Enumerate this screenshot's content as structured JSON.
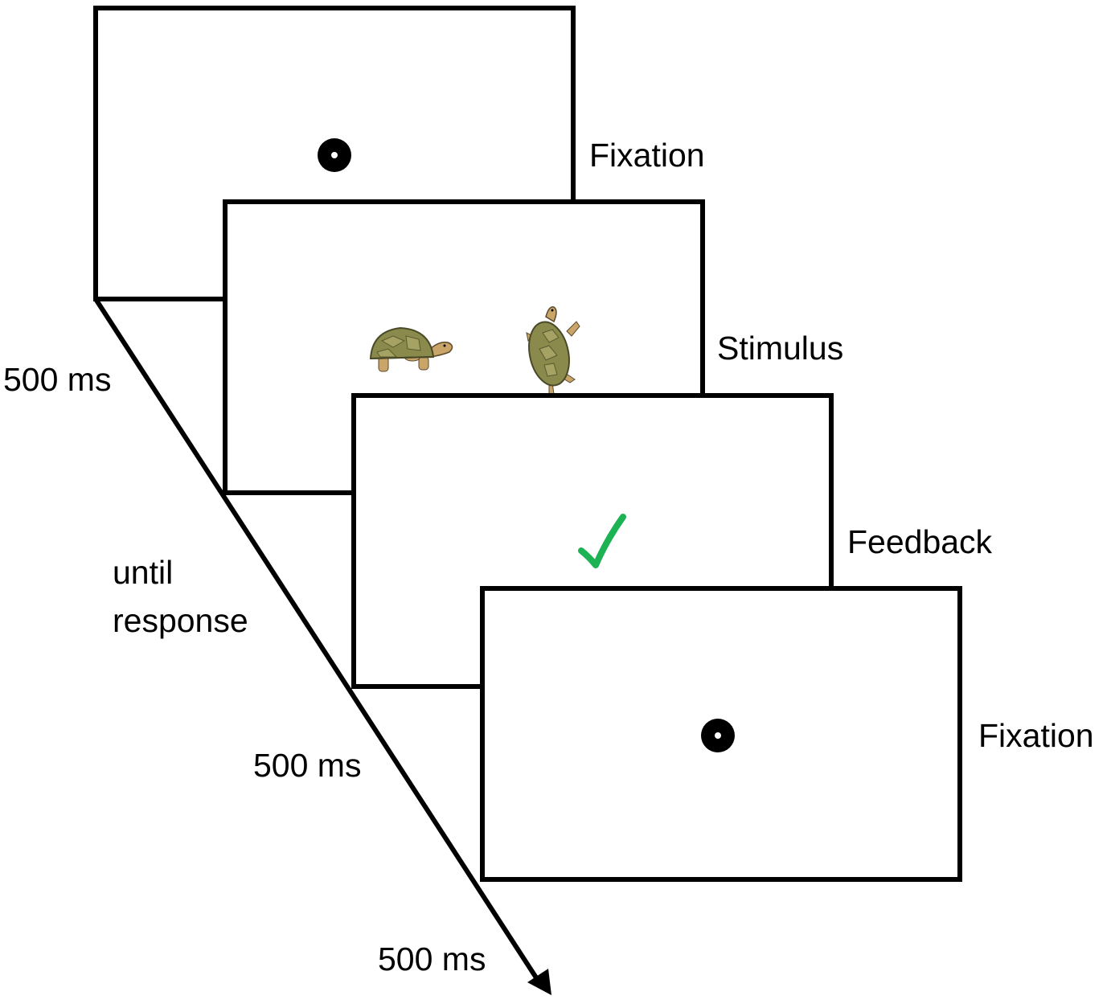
{
  "frames": [
    {
      "label": "Fixation",
      "content": "fixation-point"
    },
    {
      "label": "Stimulus",
      "content": "two-turtles"
    },
    {
      "label": "Feedback",
      "content": "check-mark"
    },
    {
      "label": "Fixation",
      "content": "fixation-point"
    }
  ],
  "durations": [
    "500 ms",
    "until",
    "response",
    "500 ms",
    "500 ms"
  ],
  "colors": {
    "line": "#000000",
    "check": "#1db254",
    "turtle_shell": "#8a8a4c",
    "turtle_skin": "#c9a56a"
  }
}
